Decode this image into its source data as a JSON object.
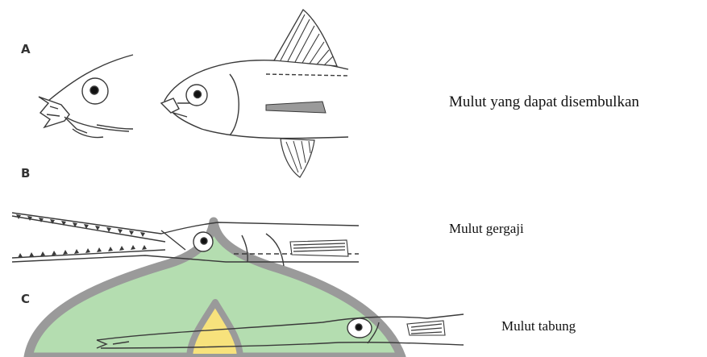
{
  "panels": [
    {
      "letter": "A",
      "caption": "Mulut yang dapat disembulkan"
    },
    {
      "letter": "B",
      "caption": "Mulut gergaji"
    },
    {
      "letter": "C",
      "caption": "Mulut tabung"
    }
  ],
  "colors": {
    "ink": "#3a3a3a",
    "overlay_fill": "#9fd49a",
    "overlay_outline": "#999999",
    "flame": "#f7e27c",
    "fin_shade": "#9a9a9a"
  }
}
